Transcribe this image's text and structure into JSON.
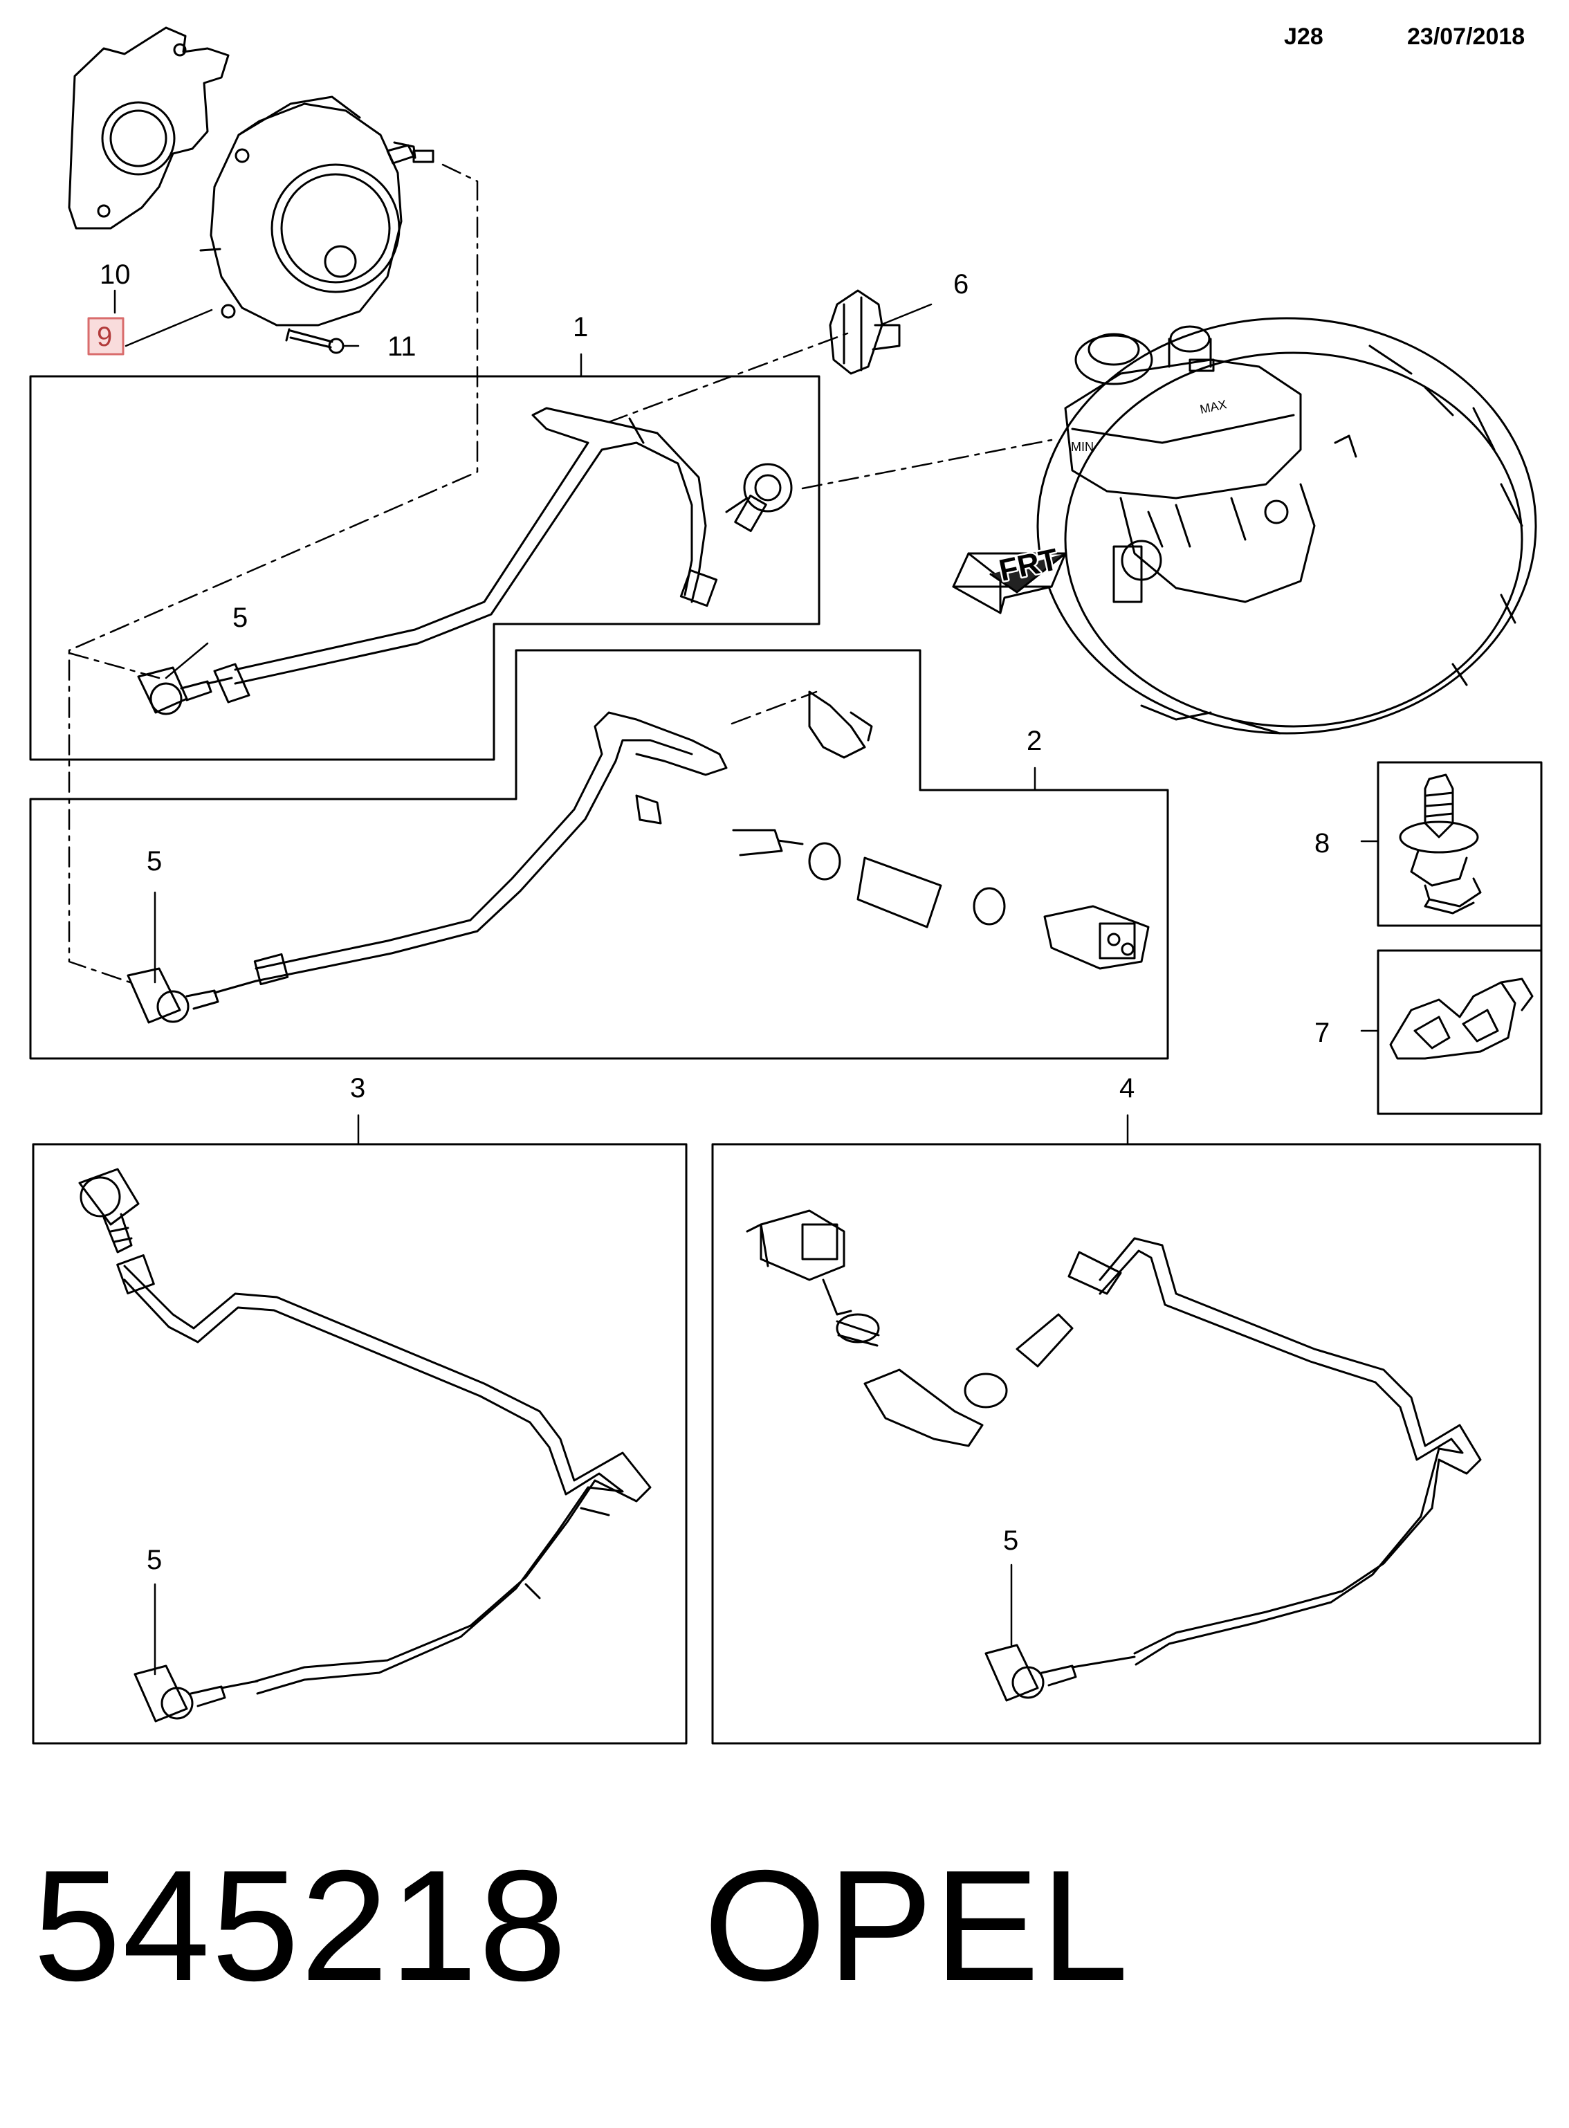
{
  "header": {
    "code": "J28",
    "date": "23/07/2018"
  },
  "footer": {
    "part_number": "545218",
    "brand": "OPEL"
  },
  "callouts": {
    "c1": "1",
    "c2": "2",
    "c3": "3",
    "c4": "4",
    "c5a": "5",
    "c5b": "5",
    "c5c": "5",
    "c5d": "5",
    "c6": "6",
    "c7": "7",
    "c8": "8",
    "c9": "9",
    "c10": "10",
    "c11": "11"
  },
  "reservoir_labels": {
    "max": "MAX",
    "min": "MIN"
  },
  "direction_arrow": {
    "label": "FRT"
  },
  "colors": {
    "line": "#000000",
    "highlight_fill": "#f9dcdc",
    "highlight_stroke": "#d96c6c"
  }
}
